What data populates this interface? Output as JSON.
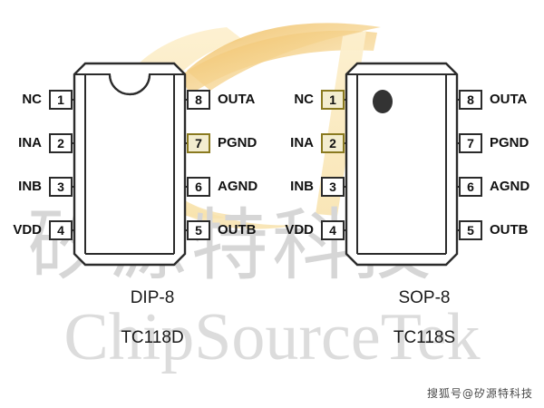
{
  "image": {
    "title": "TC118 pin configuration diagram",
    "background_color": "#ffffff"
  },
  "watermarks": {
    "logo_name": "cst-swoosh-logo",
    "logo_color": "#f5d89a",
    "cjk_text": "矽源特科技",
    "cjk_color": "#d6d6d6",
    "latin_text": "ChipSourceTek",
    "latin_color": "#dcdcdc",
    "footer_text": "搜狐号@矽源特科技",
    "footer_color": "#4a4a4a"
  },
  "packages": [
    {
      "id": "dip",
      "package_label": "DIP-8",
      "part_number": "TC118D",
      "marker": "notch",
      "left_pins": [
        {
          "number": "1",
          "name": "NC",
          "tinted": false
        },
        {
          "number": "2",
          "name": "INA",
          "tinted": false
        },
        {
          "number": "3",
          "name": "INB",
          "tinted": false
        },
        {
          "number": "4",
          "name": "VDD",
          "tinted": false
        }
      ],
      "right_pins": [
        {
          "number": "8",
          "name": "OUTA",
          "tinted": false
        },
        {
          "number": "7",
          "name": "PGND",
          "tinted": true
        },
        {
          "number": "6",
          "name": "AGND",
          "tinted": false
        },
        {
          "number": "5",
          "name": "OUTB",
          "tinted": false
        }
      ]
    },
    {
      "id": "sop",
      "package_label": "SOP-8",
      "part_number": "TC118S",
      "marker": "dot",
      "left_pins": [
        {
          "number": "1",
          "name": "NC",
          "tinted": true
        },
        {
          "number": "2",
          "name": "INA",
          "tinted": true
        },
        {
          "number": "3",
          "name": "INB",
          "tinted": false
        },
        {
          "number": "4",
          "name": "VDD",
          "tinted": false
        }
      ],
      "right_pins": [
        {
          "number": "8",
          "name": "OUTA",
          "tinted": false
        },
        {
          "number": "7",
          "name": "PGND",
          "tinted": false
        },
        {
          "number": "6",
          "name": "AGND",
          "tinted": false
        },
        {
          "number": "5",
          "name": "OUTB",
          "tinted": false
        }
      ]
    }
  ],
  "colors": {
    "outline": "#2b2b2b",
    "body_fill": "#ffffff",
    "tint_fill": "#f3edcf",
    "tint_border": "#8a7a20",
    "dot": "#333333"
  }
}
